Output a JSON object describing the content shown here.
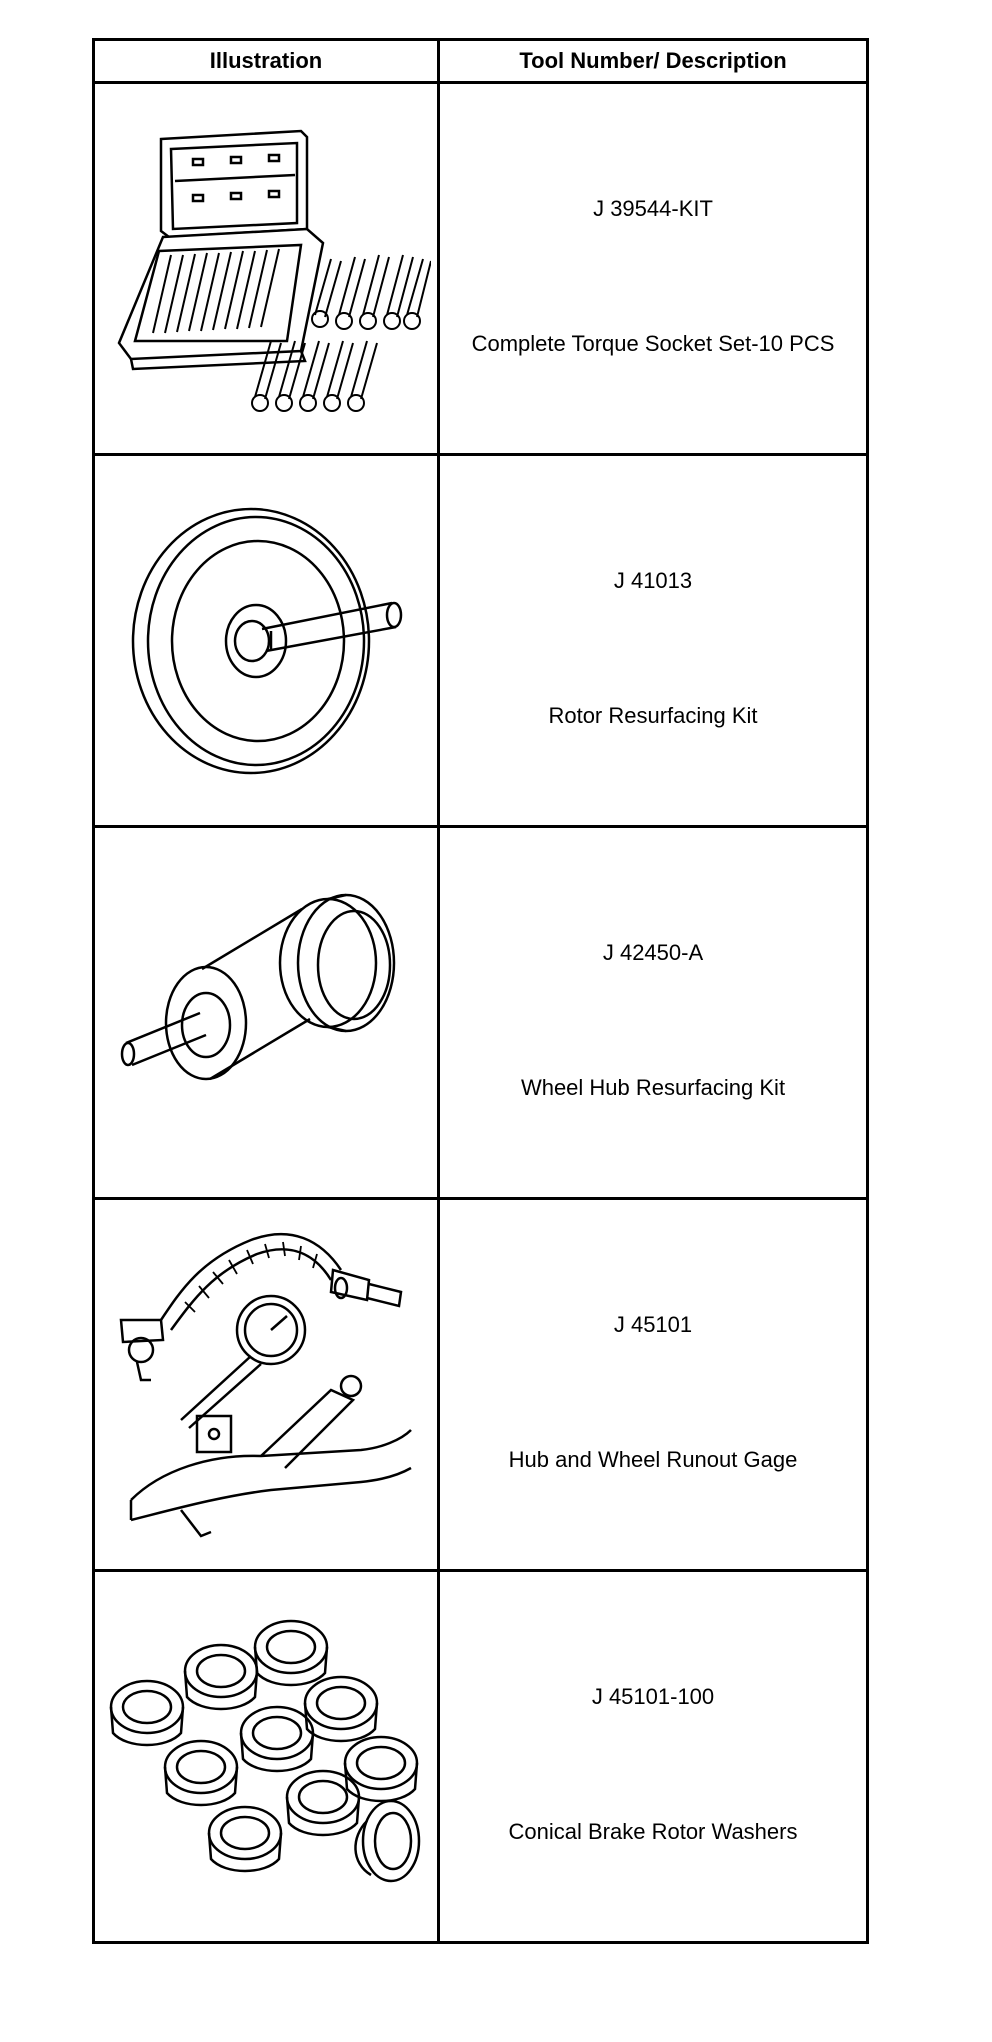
{
  "table": {
    "headers": {
      "illustration": "Illustration",
      "tool": "Tool Number/ Description"
    },
    "rows": [
      {
        "number": "J 39544-KIT",
        "description": "Complete Torque Socket Set-10 PCS",
        "icon": "torque-socket-set-icon"
      },
      {
        "number": "J 41013",
        "description": "Rotor Resurfacing Kit",
        "icon": "rotor-resurfacing-kit-icon"
      },
      {
        "number": "J 42450-A",
        "description": "Wheel Hub Resurfacing Kit",
        "icon": "wheel-hub-resurfacing-kit-icon"
      },
      {
        "number": "J 45101",
        "description": "Hub and Wheel Runout Gage",
        "icon": "runout-gage-icon"
      },
      {
        "number": "J 45101-100",
        "description": "Conical Brake Rotor Washers",
        "icon": "conical-washers-icon"
      }
    ]
  }
}
